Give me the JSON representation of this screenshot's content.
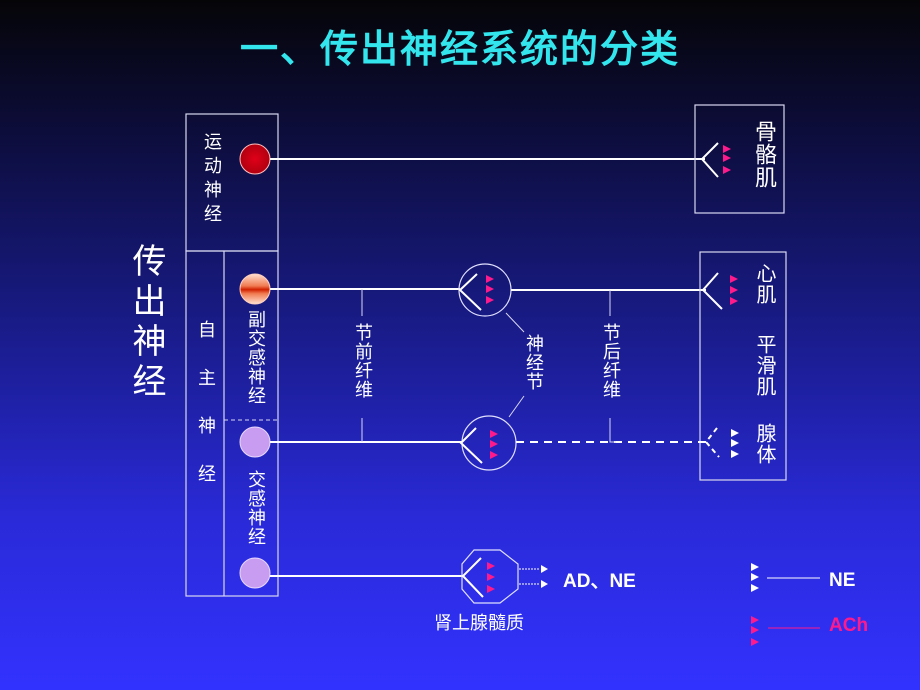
{
  "title": {
    "text": "一、传出神经系统的分类",
    "color": "#33e6ee"
  },
  "colors": {
    "line": "#ffffff",
    "ach": "#ff1a8c",
    "ne": "#ffffff",
    "motor_soma": "#d40010",
    "para_soma": "#f07040",
    "symp_soma": "#c89cf0"
  },
  "left_label": "传出神经",
  "neurons": {
    "motor": "运动神经",
    "autonomic": "自主神经",
    "autonomic_chars": [
      "自",
      "主",
      "神",
      "经"
    ],
    "parasympathetic": "副交感神经",
    "sympathetic": "交感神经"
  },
  "fibers": {
    "preganglionic": "节前纤维",
    "ganglion": "神经节",
    "postganglionic": "节后纤维"
  },
  "effectors": {
    "skeletal": "骨骼肌",
    "cardiac": "心肌",
    "smooth": "平滑肌",
    "gland": "腺体"
  },
  "adrenal": {
    "label": "肾上腺髓质",
    "release": "AD、NE"
  },
  "legend": [
    {
      "label": "NE",
      "color": "#ffffff"
    },
    {
      "label": "ACh",
      "color": "#ff1a8c"
    }
  ]
}
